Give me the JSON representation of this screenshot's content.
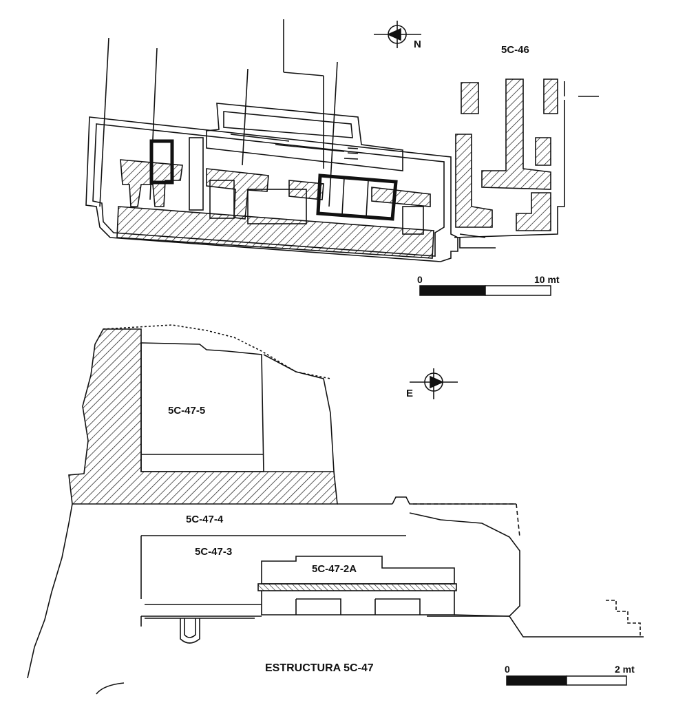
{
  "top_plan": {
    "structure_label": "5C-46",
    "north_label": "N",
    "scale": {
      "start": "0",
      "end": "10 mt"
    }
  },
  "bottom_section": {
    "caption": "ESTRUCTURA 5C-47",
    "orientation_label": "E",
    "levels": [
      "5C-47-5",
      "5C-47-4",
      "5C-47-3",
      "5C-47-2A"
    ],
    "scale": {
      "start": "0",
      "end": "2 mt"
    }
  },
  "colors": {
    "ink": "#111111",
    "paper": "#ffffff"
  }
}
